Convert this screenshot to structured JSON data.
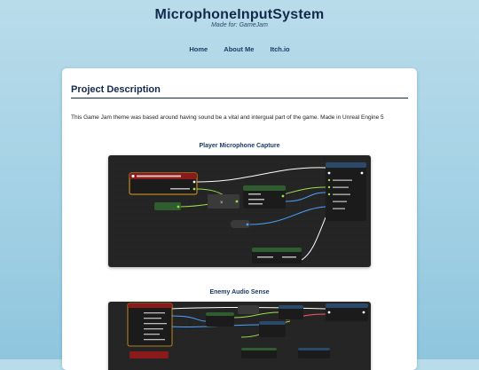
{
  "header": {
    "title": "MicrophoneInputSystem",
    "subtitle": "Made for: GameJam"
  },
  "nav": {
    "items": [
      {
        "label": "Home"
      },
      {
        "label": "About Me"
      },
      {
        "label": "Itch.io"
      }
    ]
  },
  "section": {
    "heading": "Project Description",
    "description": "This Game Jam theme was based around having sound be a vital and intergual part of the game. Made in Unreal Engine 5"
  },
  "figures": [
    {
      "title": "Player Microphone Capture"
    },
    {
      "title": "Enemy Audio Sense"
    }
  ],
  "colors": {
    "heading": "#13294b",
    "nav": "#1a3a66",
    "blueprint_bg": "#242424",
    "event_node": "#8b1a1a",
    "pure_node": "#2f5d2f",
    "function_node": "#2b4a6b"
  }
}
